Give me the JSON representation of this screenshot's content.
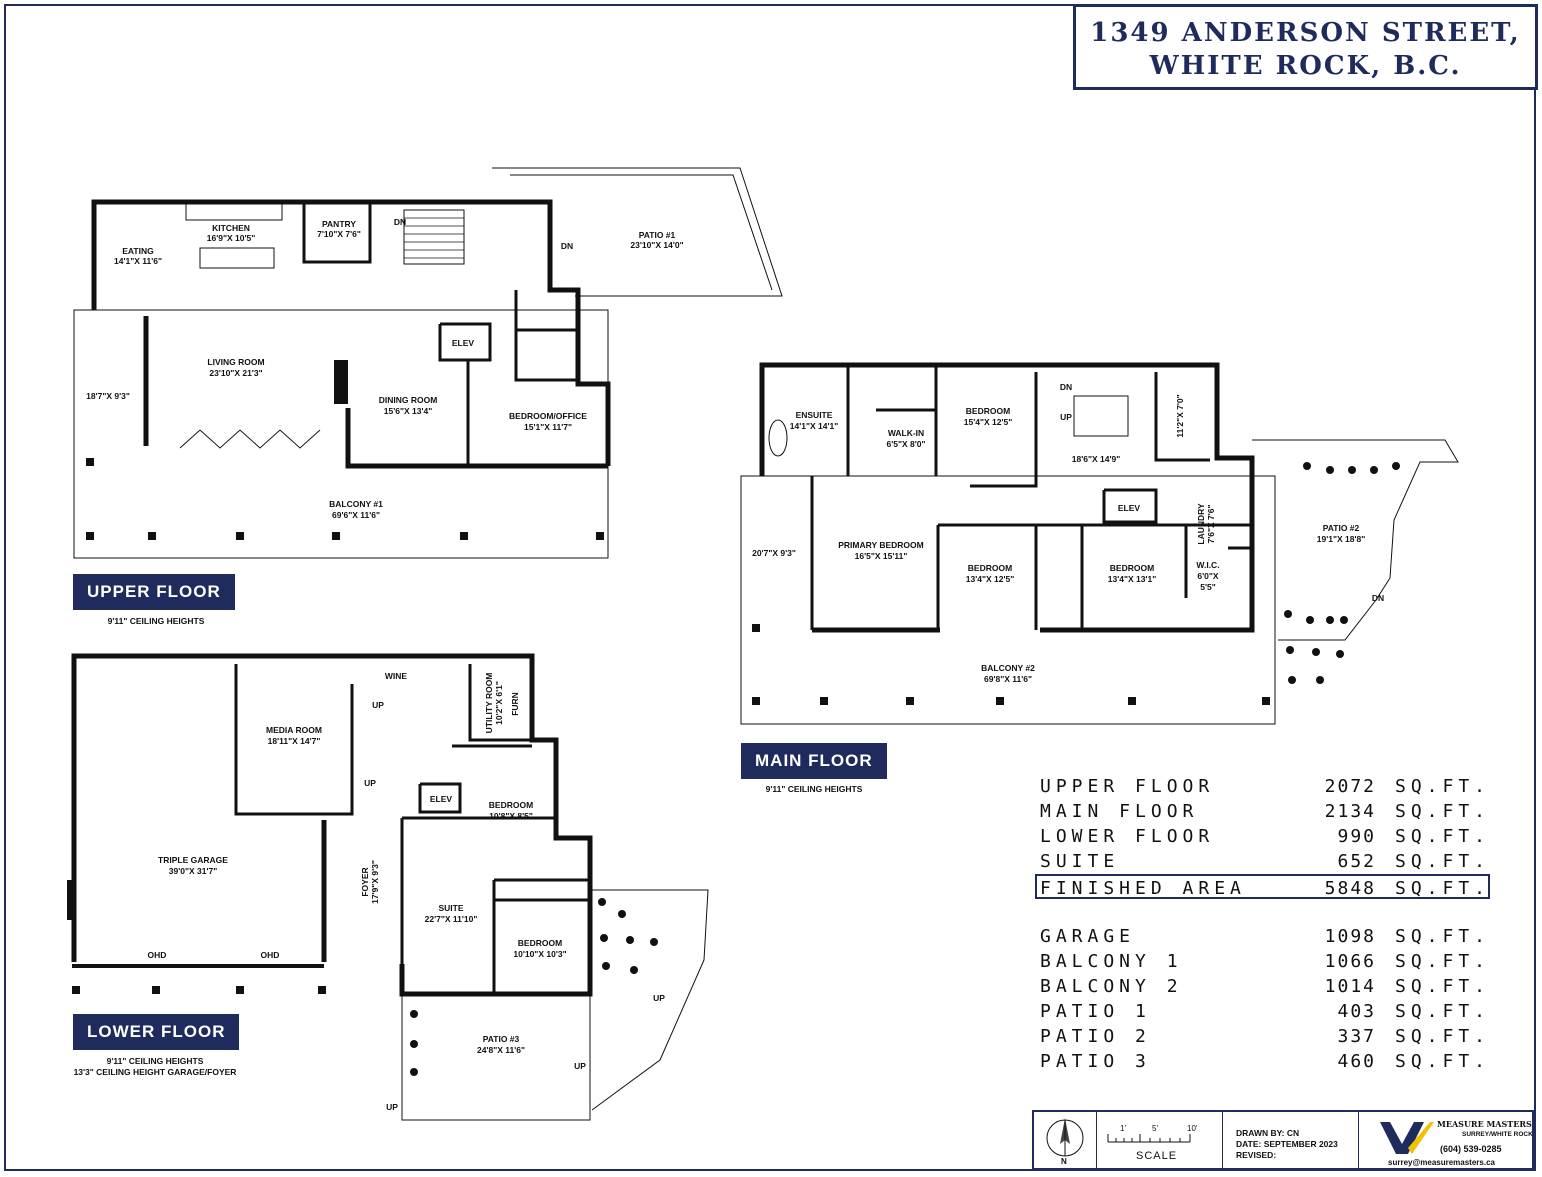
{
  "address": {
    "line1": "1349 ANDERSON STREET,",
    "line2": "WHITE ROCK, B.C."
  },
  "upper_floor": {
    "label": "UPPER FLOOR",
    "ceiling": "9'11\" CEILING HEIGHTS",
    "rooms": {
      "eating": {
        "name": "EATING",
        "dims": "14'1\"X 11'6\""
      },
      "kitchen": {
        "name": "KITCHEN",
        "dims": "16'9\"X 10'5\""
      },
      "pantry": {
        "name": "PANTRY",
        "dims": "7'10\"X 7'6\""
      },
      "dn": "DN",
      "dn2": "DN",
      "patio1": {
        "name": "PATIO #1",
        "dims": "23'10\"X 14'0\""
      },
      "elev": "ELEV",
      "living": {
        "name": "LIVING ROOM",
        "dims": "23'10\"X 21'3\""
      },
      "west": "18'7\"X 9'3\"",
      "dining": {
        "name": "DINING ROOM",
        "dims": "15'6\"X 13'4\""
      },
      "bedroom_office": {
        "name": "BEDROOM/OFFICE",
        "dims": "15'1\"X 11'7\""
      },
      "balcony1": {
        "name": "BALCONY #1",
        "dims": "69'6\"X 11'6\""
      }
    }
  },
  "main_floor": {
    "label": "MAIN FLOOR",
    "ceiling": "9'11\" CEILING HEIGHTS",
    "rooms": {
      "ensuite": {
        "name": "ENSUITE",
        "dims": "14'1\"X 14'1\""
      },
      "walkin": {
        "name": "WALK-IN",
        "dims": "6'5\"X 8'0\""
      },
      "bedroom_a": {
        "name": "BEDROOM",
        "dims": "15'4\"X 12'5\""
      },
      "stair": {
        "dn": "DN",
        "up": "UP",
        "dims": "18'6\"X 14'9\""
      },
      "closet": "11'2\"X 7'0\"",
      "elev": "ELEV",
      "laundry": {
        "name": "LAUNDRY",
        "dims": "7'6\"X 7'6\""
      },
      "wic": {
        "name": "W.I.C.",
        "dims": "6'0\"X",
        "dims2": "5'5\""
      },
      "patio2": {
        "name": "PATIO #2",
        "dims": "19'1\"X 18'8\"",
        "dn": "DN"
      },
      "west": "20'7\"X 9'3\"",
      "primary": {
        "name": "PRIMARY BEDROOM",
        "dims": "16'5\"X 15'11\""
      },
      "bedroom_b": {
        "name": "BEDROOM",
        "dims": "13'4\"X 12'5\""
      },
      "bedroom_c": {
        "name": "BEDROOM",
        "dims": "13'4\"X 13'1\""
      },
      "balcony2": {
        "name": "BALCONY #2",
        "dims": "69'8\"X 11'6\""
      }
    }
  },
  "lower_floor": {
    "label": "LOWER FLOOR",
    "ceiling1": "9'11\" CEILING HEIGHTS",
    "ceiling2": "13'3\" CEILING HEIGHT GARAGE/FOYER",
    "rooms": {
      "wine": "WINE",
      "up1": "UP",
      "up2": "UP",
      "up3": "UP",
      "up4": "UP",
      "up5": "UP",
      "utility": {
        "name": "UTILITY ROOM",
        "dims": "10'2\"X 6'1\""
      },
      "furn": "FURN",
      "media": {
        "name": "MEDIA ROOM",
        "dims": "18'11\"X 14'7\""
      },
      "elev": "ELEV",
      "bedroom_a": {
        "name": "BEDROOM",
        "dims": "10'8\"X 8'5\""
      },
      "garage": {
        "name": "TRIPLE GARAGE",
        "dims": "39'0\"X 31'7\""
      },
      "foyer": {
        "name": "FOYER",
        "dims": "17'9\"X 9'3\""
      },
      "suite": {
        "name": "SUITE",
        "dims": "22'7\"X 11'10\""
      },
      "bedroom_b": {
        "name": "BEDROOM",
        "dims": "10'10\"X 10'3\""
      },
      "ohd1": "OHD",
      "ohd2": "OHD",
      "patio3": {
        "name": "PATIO #3",
        "dims": "24'8\"X 11'6\""
      }
    }
  },
  "areas": {
    "finished": [
      {
        "label": "UPPER FLOOR",
        "value": "2072",
        "unit": "SQ.FT."
      },
      {
        "label": "MAIN FLOOR",
        "value": "2134",
        "unit": "SQ.FT."
      },
      {
        "label": "LOWER FLOOR",
        "value": "990",
        "unit": "SQ.FT."
      },
      {
        "label": "SUITE",
        "value": "652",
        "unit": "SQ.FT."
      }
    ],
    "total": {
      "label": "FINISHED AREA",
      "value": "5848",
      "unit": "SQ.FT."
    },
    "other": [
      {
        "label": "GARAGE",
        "value": "1098",
        "unit": "SQ.FT."
      },
      {
        "label": "BALCONY 1",
        "value": "1066",
        "unit": "SQ.FT."
      },
      {
        "label": "BALCONY 2",
        "value": "1014",
        "unit": "SQ.FT."
      },
      {
        "label": "PATIO 1",
        "value": "403",
        "unit": "SQ.FT."
      },
      {
        "label": "PATIO 2",
        "value": "337",
        "unit": "SQ.FT."
      },
      {
        "label": "PATIO 3",
        "value": "460",
        "unit": "SQ.FT."
      }
    ]
  },
  "legend": {
    "north": "N",
    "scale_ticks": [
      "1'",
      "5'",
      "10'"
    ],
    "scale_label": "SCALE",
    "drawn_by": "DRAWN BY: CN",
    "date": "DATE: SEPTEMBER 2023",
    "revised": "REVISED:",
    "company": "MEASURE MASTERS",
    "company_location": "SURREY/WHITE ROCK",
    "phone": "(604) 539-0285",
    "email": "surrey@measuremasters.ca"
  },
  "colors": {
    "navy": "#1f2b5c",
    "wall": "#111111",
    "logo_yellow": "#f2c200"
  }
}
